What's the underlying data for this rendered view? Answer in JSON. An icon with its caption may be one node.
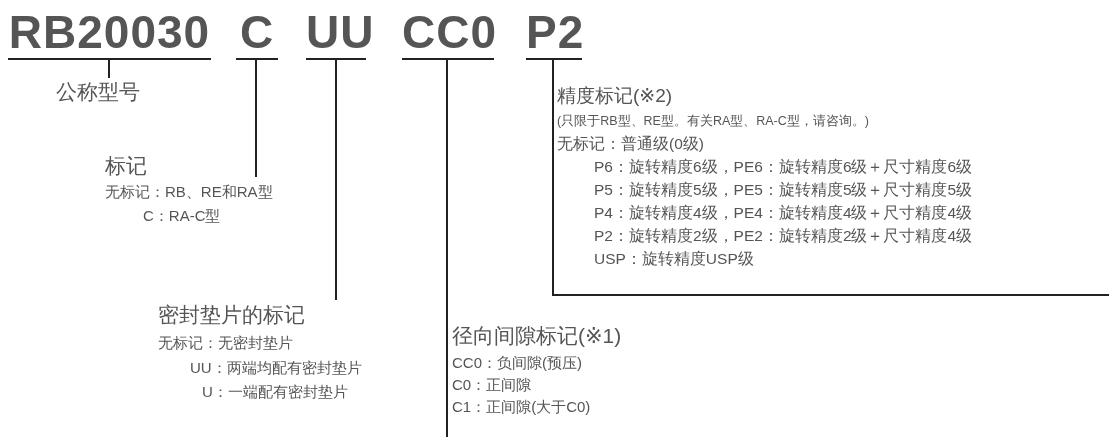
{
  "diagram": {
    "nodes": [
      {
        "text": [
          "RB20030"
        ]
      },
      {
        "text": [
          "C"
        ]
      },
      {
        "text": [
          "UU"
        ]
      },
      {
        "text": [
          "CC0"
        ]
      },
      {
        "text": [
          "P2"
        ]
      },
      {
        "text": [
          "公称型号"
        ]
      },
      {
        "text": [
          "标记",
          "无标记：RB、RE和RA型",
          "C：RA-C型"
        ]
      },
      {
        "text": [
          "密封垫片的标记",
          "无标记：无密封垫片",
          "UU：两端均配有密封垫片",
          "U：一端配有密封垫片"
        ]
      },
      {
        "text": [
          "径向间隙标记(※1)",
          "CC0：负间隙(预压)",
          "C0：正间隙",
          "C1：正间隙(大于C0)"
        ]
      },
      {
        "text": [
          "精度标记(※2)",
          "(只限于RB型、RE型。有关RA型、RA-C型，请咨询。)",
          "无标记：普通级(0级)",
          "P6：旋转精度6级，PE6：旋转精度6级＋尺寸精度6级",
          "P5：旋转精度5级，PE5：旋转精度5级＋尺寸精度5级",
          "P4：旋转精度4级，PE4：旋转精度4级＋尺寸精度4级",
          "P2：旋转精度2级，PE2：旋转精度2级＋尺寸精度4级",
          "USP：旋转精度USP级"
        ]
      }
    ],
    "edges": [
      {
        "from": 0,
        "to": 5,
        "arrow": "none"
      },
      {
        "from": 1,
        "to": 6,
        "arrow": "none"
      },
      {
        "from": 2,
        "to": 7,
        "arrow": "none"
      },
      {
        "from": 3,
        "to": 8,
        "arrow": "none"
      },
      {
        "from": 4,
        "to": 9,
        "arrow": "none"
      }
    ]
  }
}
